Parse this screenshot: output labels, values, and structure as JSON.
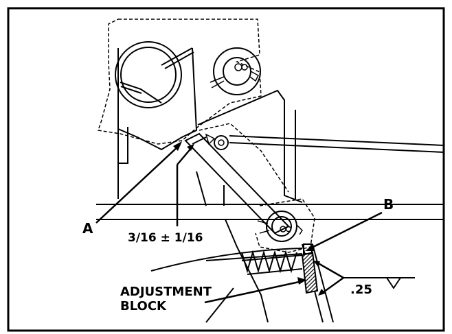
{
  "labels": {
    "a": "A",
    "b": "B",
    "gap_spec": "3/16 ± 1/16",
    "adjustment_block_line1": "ADJUSTMENT",
    "adjustment_block_line2": "BLOCK",
    "dimension": ".25"
  },
  "colors": {
    "ink": "#000000",
    "background": "#ffffff"
  }
}
